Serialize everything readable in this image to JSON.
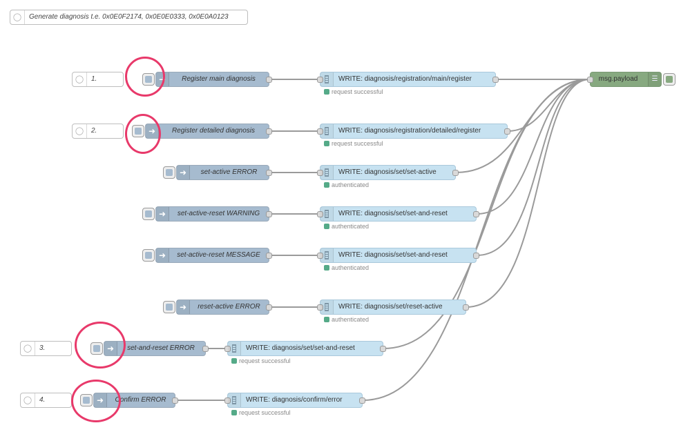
{
  "header_comment": {
    "text": "Generate diagnosis t.e. 0x0E0F2174, 0x0E0E0333, 0x0E0A0123"
  },
  "step_comments": [
    "1.",
    "2.",
    "3.",
    "4."
  ],
  "inject_nodes": [
    {
      "label": "Register main diagnosis"
    },
    {
      "label": "Register detailed diagnosis"
    },
    {
      "label": "set-active ERROR"
    },
    {
      "label": "set-active-reset WARNING"
    },
    {
      "label": "set-active-reset MESSAGE"
    },
    {
      "label": "reset-active ERROR"
    },
    {
      "label": "set-and-reset ERROR"
    },
    {
      "label": "Confirm ERROR"
    }
  ],
  "write_nodes": [
    {
      "label": "WRITE: diagnosis/registration/main/register",
      "status": "request successful"
    },
    {
      "label": "WRITE: diagnosis/registration/detailed/register",
      "status": "request successful"
    },
    {
      "label": "WRITE: diagnosis/set/set-active",
      "status": "authenticated"
    },
    {
      "label": "WRITE: diagnosis/set/set-and-reset",
      "status": "authenticated"
    },
    {
      "label": "WRITE: diagnosis/set/set-and-reset",
      "status": "authenticated"
    },
    {
      "label": "WRITE: diagnosis/set/reset-active",
      "status": "authenticated"
    },
    {
      "label": "WRITE: diagnosis/set/set-and-reset",
      "status": "request successful"
    },
    {
      "label": "WRITE: diagnosis/confirm/error",
      "status": "request successful"
    }
  ],
  "debug_node": {
    "label": "msg.payload",
    "icon": "list-icon"
  },
  "colors": {
    "inject": "#a6bbcf",
    "write": "#c7e2f1",
    "debug": "#87a980",
    "status_dot": "#55aa88",
    "highlight": "#e8396a",
    "wire": "#999999"
  }
}
